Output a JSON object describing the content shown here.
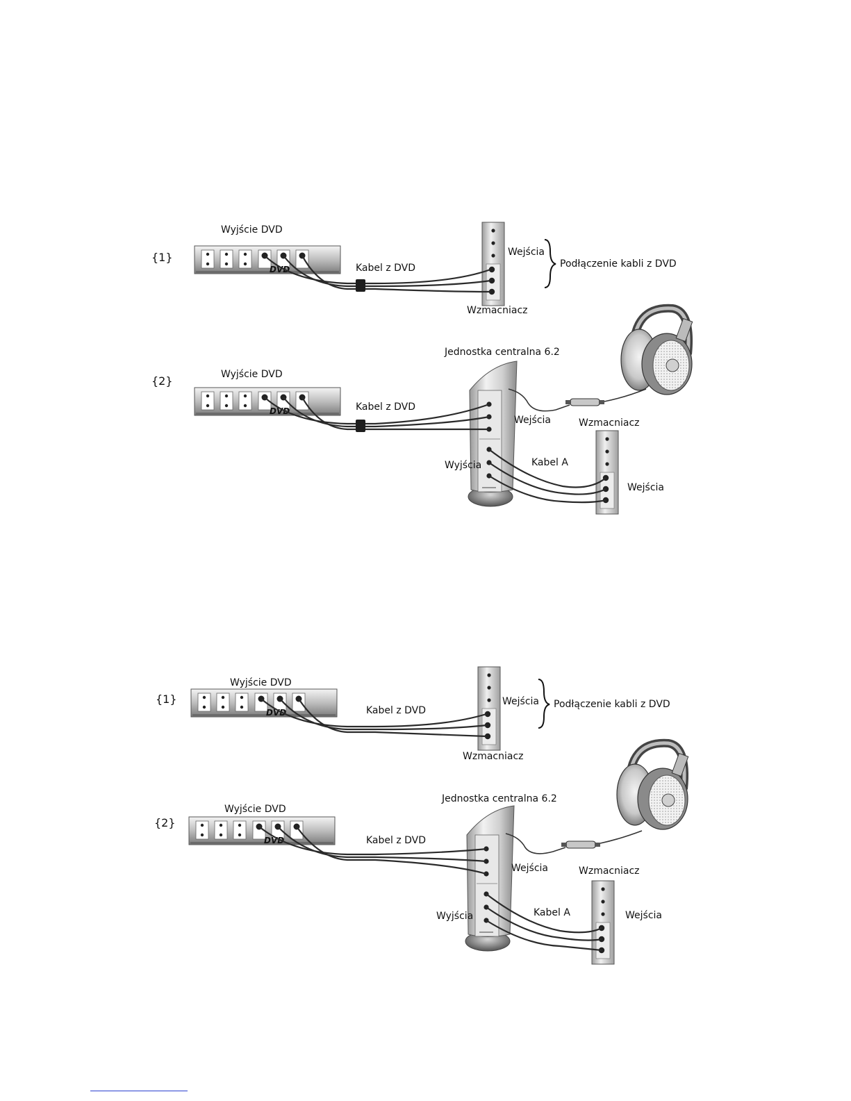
{
  "diagrams": [
    {
      "scenario1": {
        "tag": "{1}",
        "dvd_output": "Wyjście DVD",
        "dvd_logo": "DVD",
        "cable": "Kabel z DVD",
        "inputs": "Wejścia",
        "brace_note": "Podłączenie kabli z DVD",
        "amplifier": "Wzmacniacz"
      },
      "scenario2": {
        "tag": "{2}",
        "dvd_output": "Wyjście DVD",
        "dvd_logo": "DVD",
        "central_unit": "Jednostka centralna 6.2",
        "cable": "Kabel z DVD",
        "unit_inputs": "Wejścia",
        "amplifier": "Wzmacniacz",
        "outputs": "Wyjścia",
        "cable_a": "Kabel A",
        "amp_inputs": "Wejścia"
      }
    },
    {
      "scenario1": {
        "tag": "{1}",
        "dvd_output": "Wyjście DVD",
        "dvd_logo": "DVD",
        "cable": "Kabel z DVD",
        "inputs": "Wejścia",
        "brace_note": "Podłączenie kabli z DVD",
        "amplifier": "Wzmacniacz"
      },
      "scenario2": {
        "tag": "{2}",
        "dvd_output": "Wyjście DVD",
        "dvd_logo": "DVD",
        "central_unit": "Jednostka centralna 6.2",
        "cable": "Kabel z DVD",
        "unit_inputs": "Wejścia",
        "amplifier": "Wzmacniacz",
        "outputs": "Wyjścia",
        "cable_a": "Kabel A",
        "amp_inputs": "Wejścia"
      }
    }
  ],
  "colors": {
    "panel_dark": "#8a8a8a",
    "panel_light": "#e6e6e6",
    "cable": "#2a2a2a",
    "footer_link": "#2a3fcf"
  }
}
